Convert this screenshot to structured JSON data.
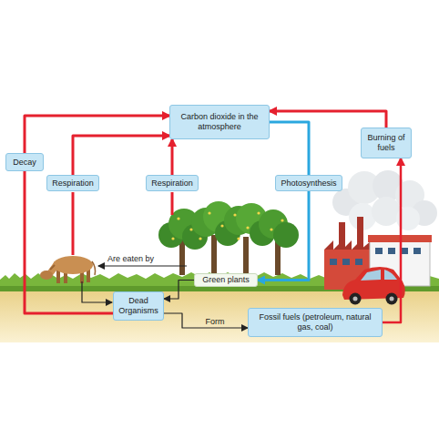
{
  "diagram": {
    "nodes": [
      {
        "text": [
          "Carbon dioxide in the atmosphere"
        ]
      },
      {
        "text": [
          "Burning of fuels"
        ]
      },
      {
        "text": [
          "Decay"
        ]
      },
      {
        "text": [
          "Respiration"
        ]
      },
      {
        "text": [
          "Respiration"
        ]
      },
      {
        "text": [
          "Photosynthesis"
        ]
      },
      {
        "text": [
          "Green plants"
        ]
      },
      {
        "text": [
          "Dead Organisms"
        ]
      },
      {
        "text": [
          "Fossil fuels (petroleum, natural gas, coal)"
        ]
      }
    ],
    "edges": [
      {
        "from": 7,
        "to": 2,
        "arrow": "none"
      },
      {
        "from": 2,
        "to": 0,
        "arrow": "to"
      },
      {
        "from": 3,
        "to": 0,
        "arrow": "to"
      },
      {
        "from": 4,
        "to": 0,
        "arrow": "to"
      },
      {
        "from": 0,
        "to": 5,
        "arrow": "none"
      },
      {
        "from": 5,
        "to": 6,
        "arrow": "to"
      },
      {
        "from": 1,
        "to": 0,
        "arrow": "to"
      },
      {
        "from": 8,
        "to": 1,
        "arrow": "to"
      },
      {
        "from": 6,
        "to": 7,
        "arrow": "to"
      },
      {
        "from": 7,
        "to": 8,
        "arrow": "to",
        "label": "Form"
      }
    ],
    "labels": [
      "Are eaten by"
    ]
  }
}
